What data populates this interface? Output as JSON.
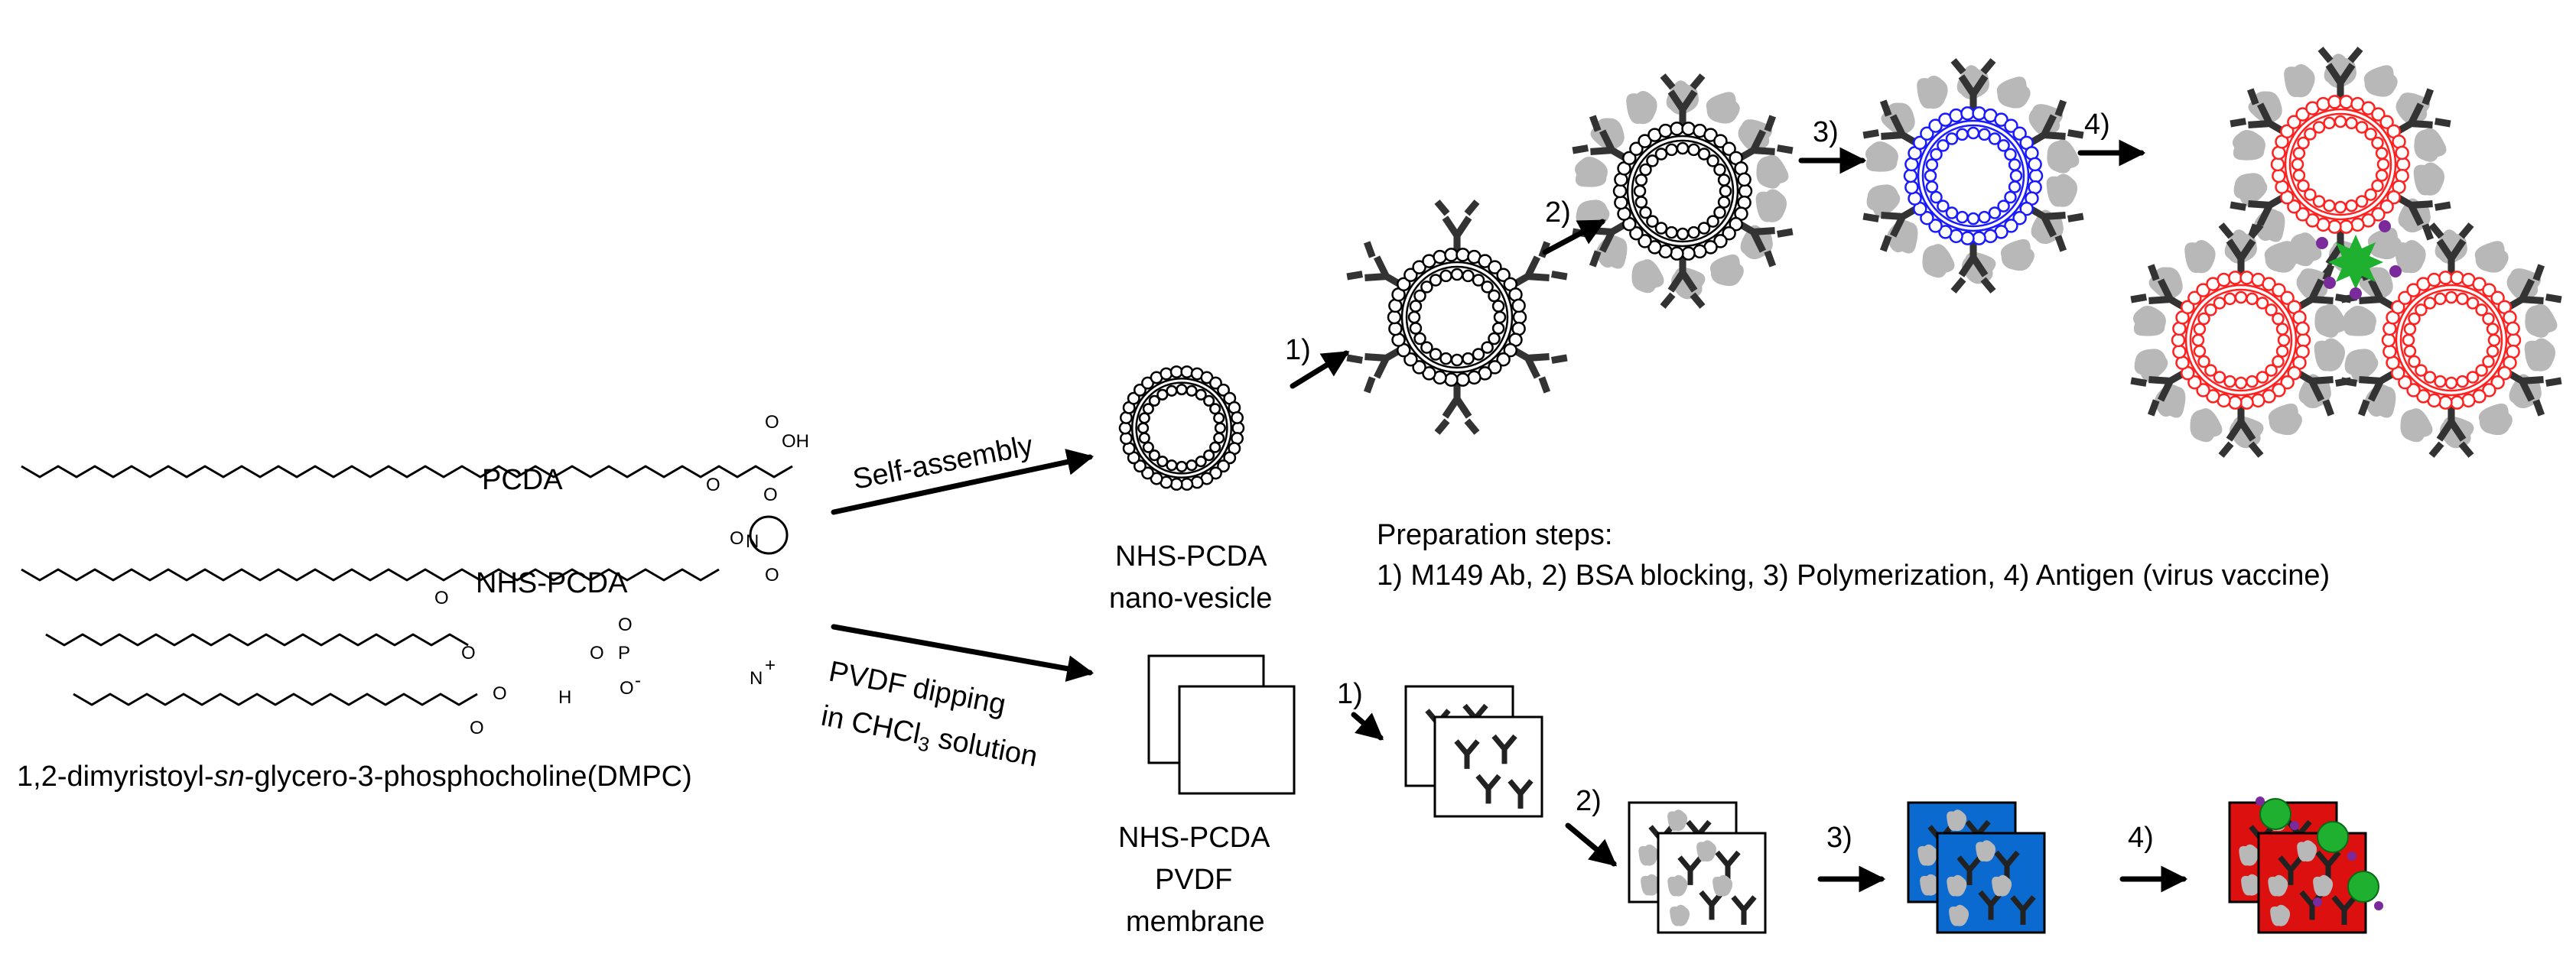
{
  "chemistry": {
    "pcda_label": "PCDA",
    "nhs_pcda_label": "NHS-PCDA",
    "dmpc_label_pre": "1,2-dimyristoyl-",
    "dmpc_label_italic": "sn",
    "dmpc_label_post": "-glycero-3-phosphocholine(DMPC)",
    "atoms": {
      "acid_o": "O",
      "acid_oh": "OH",
      "ester_o": "O",
      "ester_o_n": "O",
      "imide_n": "N",
      "imide_o_top": "O",
      "imide_o_bottom": "O",
      "dmpc_o1": "O",
      "dmpc_o2": "O",
      "dmpc_o3": "O",
      "dmpc_o4": "O",
      "dmpc_o5": "O",
      "phosphorus": "P",
      "phos_o_top": "O",
      "phos_o_minus": "O",
      "minus_sign": "-",
      "dmpc_h": "H",
      "nitrogen": "N",
      "plus_sign": "+"
    }
  },
  "arrows": {
    "self_assembly": "Self-assembly",
    "dipping_line1": "PVDF dipping",
    "dipping_line2_pre": "in CHCl",
    "dipping_line2_sub": "3",
    "dipping_line2_post": " solution"
  },
  "vesicle_path": {
    "vesicle_label_line1": "NHS-PCDA",
    "vesicle_label_line2": "nano-vesicle",
    "step1": "1)",
    "step2": "2)",
    "step3": "3)",
    "step4": "4)"
  },
  "membrane_path": {
    "membrane_label_line1": "NHS-PCDA",
    "membrane_label_line2": "PVDF",
    "membrane_label_line3": "membrane",
    "step1": "1)",
    "step2": "2)",
    "step3": "3)",
    "step4": "4)"
  },
  "preparation": {
    "heading": "Preparation steps:",
    "steps": "1) M149 Ab, 2) BSA blocking, 3) Polymerization,  4) Antigen (virus vaccine)"
  },
  "colors": {
    "vesicle_stage_initial": "#000000",
    "vesicle_stage_blue": "#1a1aff",
    "vesicle_stage_red": "#ff2020",
    "bsa_gray": "#b8b8b8",
    "antigen_green": "#1fb030",
    "antigen_purple": "#7a2a9a",
    "membrane_blue": "#0a6ad0",
    "membrane_red": "#dd1010"
  }
}
